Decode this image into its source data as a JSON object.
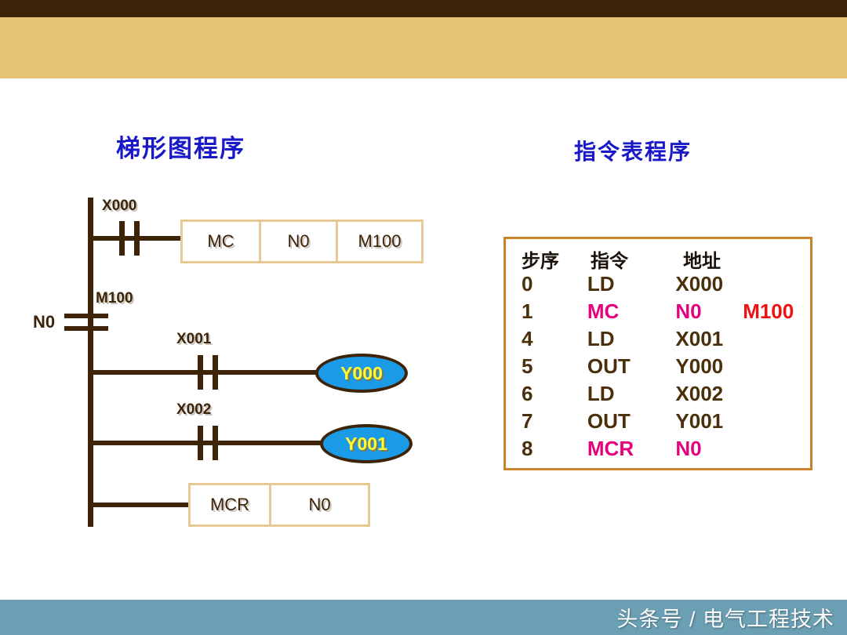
{
  "slide": {
    "ladder_title": "梯形图程序",
    "instruction_title": "指令表程序"
  },
  "ladder": {
    "rail_label": "N0",
    "contacts": [
      {
        "name": "X000",
        "type": "no-contact"
      },
      {
        "name": "M100",
        "type": "mc-contact"
      },
      {
        "name": "X001",
        "type": "no-contact"
      },
      {
        "name": "X002",
        "type": "no-contact"
      }
    ],
    "mc_box": {
      "op": "MC",
      "arg1": "N0",
      "arg2": "M100"
    },
    "mcr_box": {
      "op": "MCR",
      "arg1": "N0"
    },
    "coils": [
      {
        "name": "Y000"
      },
      {
        "name": "Y001"
      }
    ]
  },
  "instruction_table": {
    "headers": [
      "步序",
      "指令",
      "地址"
    ],
    "rows": [
      {
        "step": "0",
        "instr": "LD",
        "addr": "X000",
        "addr2": "",
        "highlight": "none"
      },
      {
        "step": "1",
        "instr": "MC",
        "addr": "N0",
        "addr2": "M100",
        "highlight": "mc"
      },
      {
        "step": "4",
        "instr": "LD",
        "addr": "X001",
        "addr2": "",
        "highlight": "none"
      },
      {
        "step": "5",
        "instr": "OUT",
        "addr": "Y000",
        "addr2": "",
        "highlight": "none"
      },
      {
        "step": "6",
        "instr": "LD",
        "addr": "X002",
        "addr2": "",
        "highlight": "none"
      },
      {
        "step": "7",
        "instr": "OUT",
        "addr": "Y001",
        "addr2": "",
        "highlight": "none"
      },
      {
        "step": "8",
        "instr": "MCR",
        "addr": "N0",
        "addr2": "",
        "highlight": "mcr"
      }
    ]
  },
  "banner": {
    "text": "头条号 / 电气工程技术"
  },
  "colors": {
    "top_dark": "#3d2409",
    "top_gold": "#e5c477",
    "title_blue": "#1a19c8",
    "ladder_line": "#3d2409",
    "box_border": "#e6c993",
    "coil_fill": "#1b9ae8",
    "coil_text": "#ffff33",
    "table_border": "#c8822a",
    "table_text": "#4a2f0b",
    "highlight_magenta": "#e6007e",
    "highlight_red": "#ee1111",
    "banner_bg": "#6b9fb3"
  }
}
